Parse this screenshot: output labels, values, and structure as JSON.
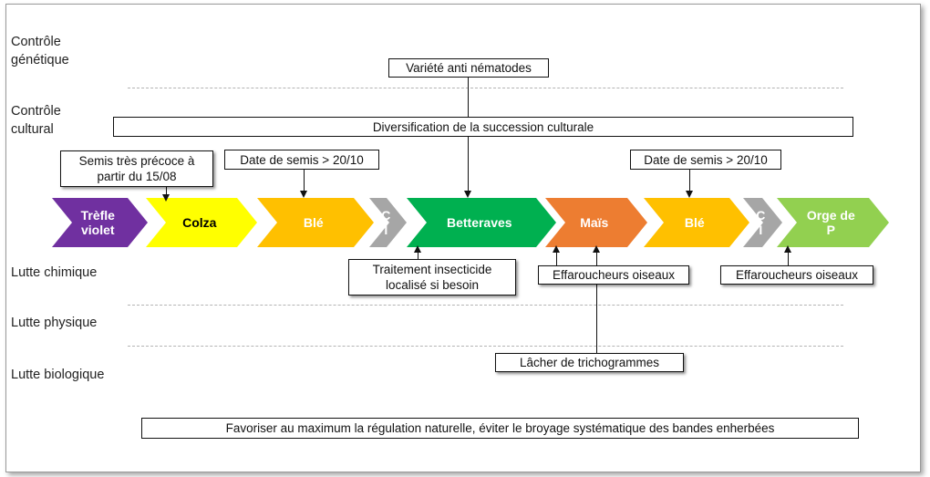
{
  "categories": {
    "genetique": "Contrôle\ngénétique",
    "cultural": "Contrôle\ncultural",
    "chimique": "Lutte chimique",
    "physique": "Lutte physique",
    "biologique": "Lutte biologique"
  },
  "crops": [
    {
      "label": "Trèfle\nviolet",
      "color": "#7030a0",
      "text_color": "#ffffff"
    },
    {
      "label": "Colza",
      "color": "#ffff00",
      "text_color": "#000000"
    },
    {
      "label": "Blé",
      "color": "#ffc000",
      "text_color": "#ffffff"
    },
    {
      "label": "C\nI",
      "color": "#a6a6a6",
      "text_color": "#ffffff"
    },
    {
      "label": "Betteraves",
      "color": "#00b050",
      "text_color": "#ffffff"
    },
    {
      "label": "Maïs",
      "color": "#ed7d31",
      "text_color": "#ffffff"
    },
    {
      "label": "Blé",
      "color": "#ffc000",
      "text_color": "#ffffff"
    },
    {
      "label": "C\nI",
      "color": "#a6a6a6",
      "text_color": "#ffffff"
    },
    {
      "label": "Orge de\nP",
      "color": "#92d050",
      "text_color": "#ffffff"
    }
  ],
  "boxes": {
    "variete": "Variété anti nématodes",
    "diversification": "Diversification de la succession culturale",
    "semis_precoce": "Semis très précoce à\npartir du 15/08",
    "date_semis_1": "Date de semis > 20/10",
    "date_semis_2": "Date de semis > 20/10",
    "traitement": "Traitement insecticide\nlocalisé si besoin",
    "effaroucheurs_1": "Effaroucheurs oiseaux",
    "effaroucheurs_2": "Effaroucheurs oiseaux",
    "trichogrammes": "Lâcher de trichogrammes",
    "favoriser": "Favoriser au maximum la régulation naturelle, éviter le broyage systématique des bandes enherbées"
  }
}
